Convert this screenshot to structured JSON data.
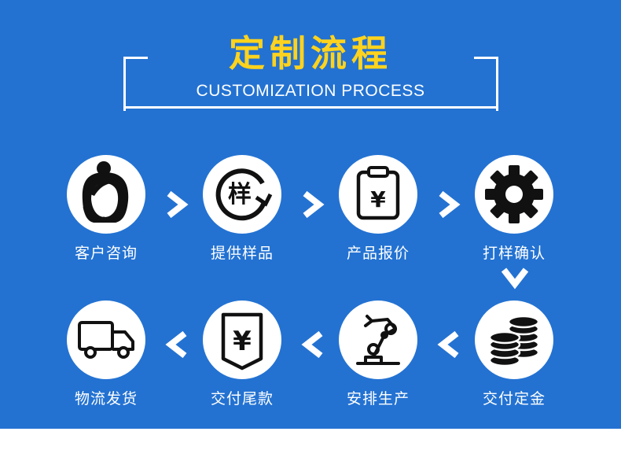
{
  "header": {
    "title": "定制流程",
    "subtitle": "CUSTOMIZATION PROCESS"
  },
  "steps": [
    {
      "label": "客户咨询",
      "icon": "customer-service-headset-icon"
    },
    {
      "label": "提供样品",
      "icon": "sample-refresh-icon"
    },
    {
      "label": "产品报价",
      "icon": "quote-clipboard-yen-icon"
    },
    {
      "label": "打样确认",
      "icon": "gear-icon"
    },
    {
      "label": "交付定金",
      "icon": "coin-stack-icon"
    },
    {
      "label": "安排生产",
      "icon": "robot-arm-icon"
    },
    {
      "label": "交付尾款",
      "icon": "yen-document-icon"
    },
    {
      "label": "物流发货",
      "icon": "delivery-truck-icon"
    }
  ],
  "sample_glyph": "样",
  "currency_glyph": "¥",
  "colors": {
    "background": "#2372d2",
    "title": "#ffd31d",
    "text": "#ffffff",
    "icon": "#111111"
  }
}
